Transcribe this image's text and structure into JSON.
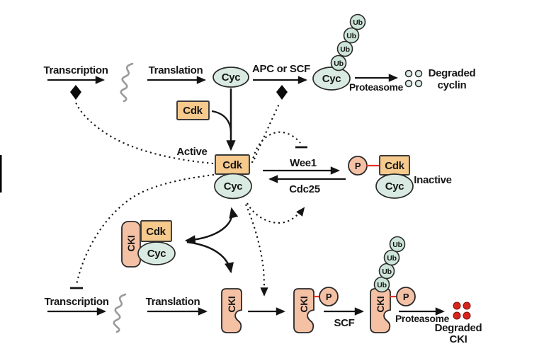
{
  "figure": {
    "top": {
      "transcription": "Transcription",
      "translation": "Translation",
      "cyclin": "Cyc",
      "apc_or_scf": "APC or SCF",
      "ub_cyclin": "Cyc",
      "ub": "Ub",
      "proteasome": "Proteasome",
      "degraded_word": "Degraded",
      "cyclin_word": "cyclin"
    },
    "center": {
      "free_cdk": "Cdk",
      "active": "Active",
      "cdk": "Cdk",
      "cyclin": "Cyc",
      "wee1": "Wee1",
      "cdc25": "Cdc25",
      "phosphate": "P",
      "inactive_cdk": "Cdk",
      "inactive_cyclin": "Cyc",
      "inactive": "Inactive"
    },
    "cki_complex": {
      "cki": "CKI",
      "cdk": "Cdk",
      "cyclin": "Cyc"
    },
    "bottom": {
      "transcription": "Transcription",
      "translation": "Translation",
      "cki": "CKI",
      "phospho_cki": "CKI",
      "phosphate": "P",
      "scf": "SCF",
      "ub_cki": "CKI",
      "ub": "Ub",
      "phosphate2": "P",
      "proteasome": "Proteasome",
      "degraded_word": "Degraded",
      "cki_word": "CKI"
    },
    "colors": {
      "cdk-fill": "#f6c98c",
      "cyc-fill": "#d9eae2",
      "cki-fill": "#f5c1a5",
      "ub-fill": "#cde4d9",
      "degraded-cyclin-fill": "#dcede5",
      "red": "#d7241d",
      "red-line": "#e03428",
      "squiggle": "#9a9a9a"
    }
  }
}
